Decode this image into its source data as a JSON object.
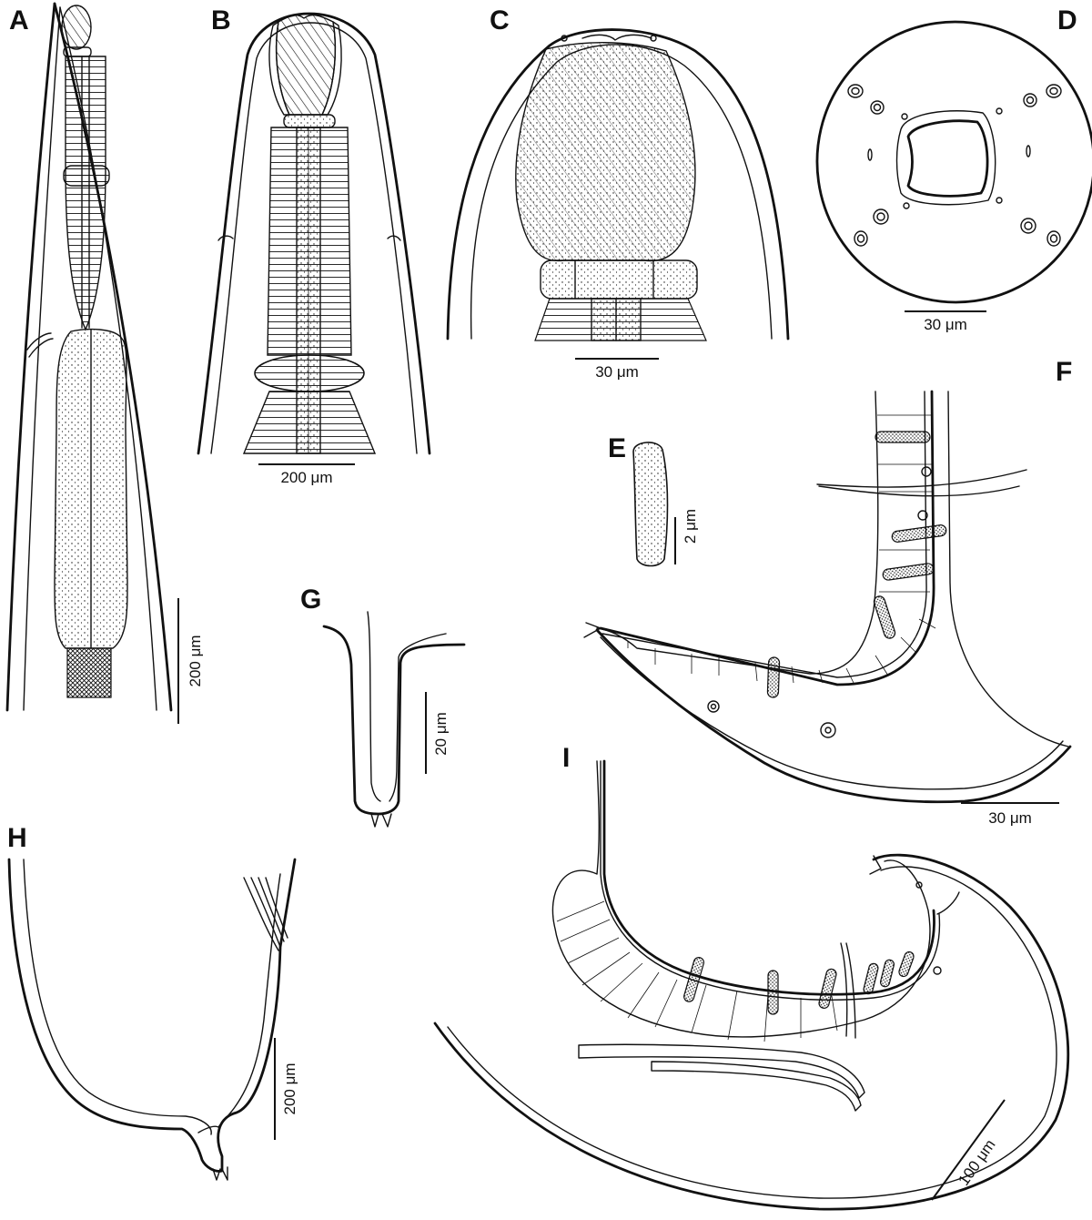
{
  "panels": [
    {
      "id": "A",
      "label": "A",
      "scale": "200 μm"
    },
    {
      "id": "B",
      "label": "B",
      "scale": "200 μm"
    },
    {
      "id": "C",
      "label": "C",
      "scale": "30 μm"
    },
    {
      "id": "D",
      "label": "D",
      "scale": "30 μm"
    },
    {
      "id": "E",
      "label": "E",
      "scale": "2 μm"
    },
    {
      "id": "F",
      "label": "F",
      "scale": "30 μm"
    },
    {
      "id": "G",
      "label": "G",
      "scale": "20 μm"
    },
    {
      "id": "H",
      "label": "H",
      "scale": "200 μm"
    },
    {
      "id": "I",
      "label": "I",
      "scale": "100 μm"
    }
  ]
}
